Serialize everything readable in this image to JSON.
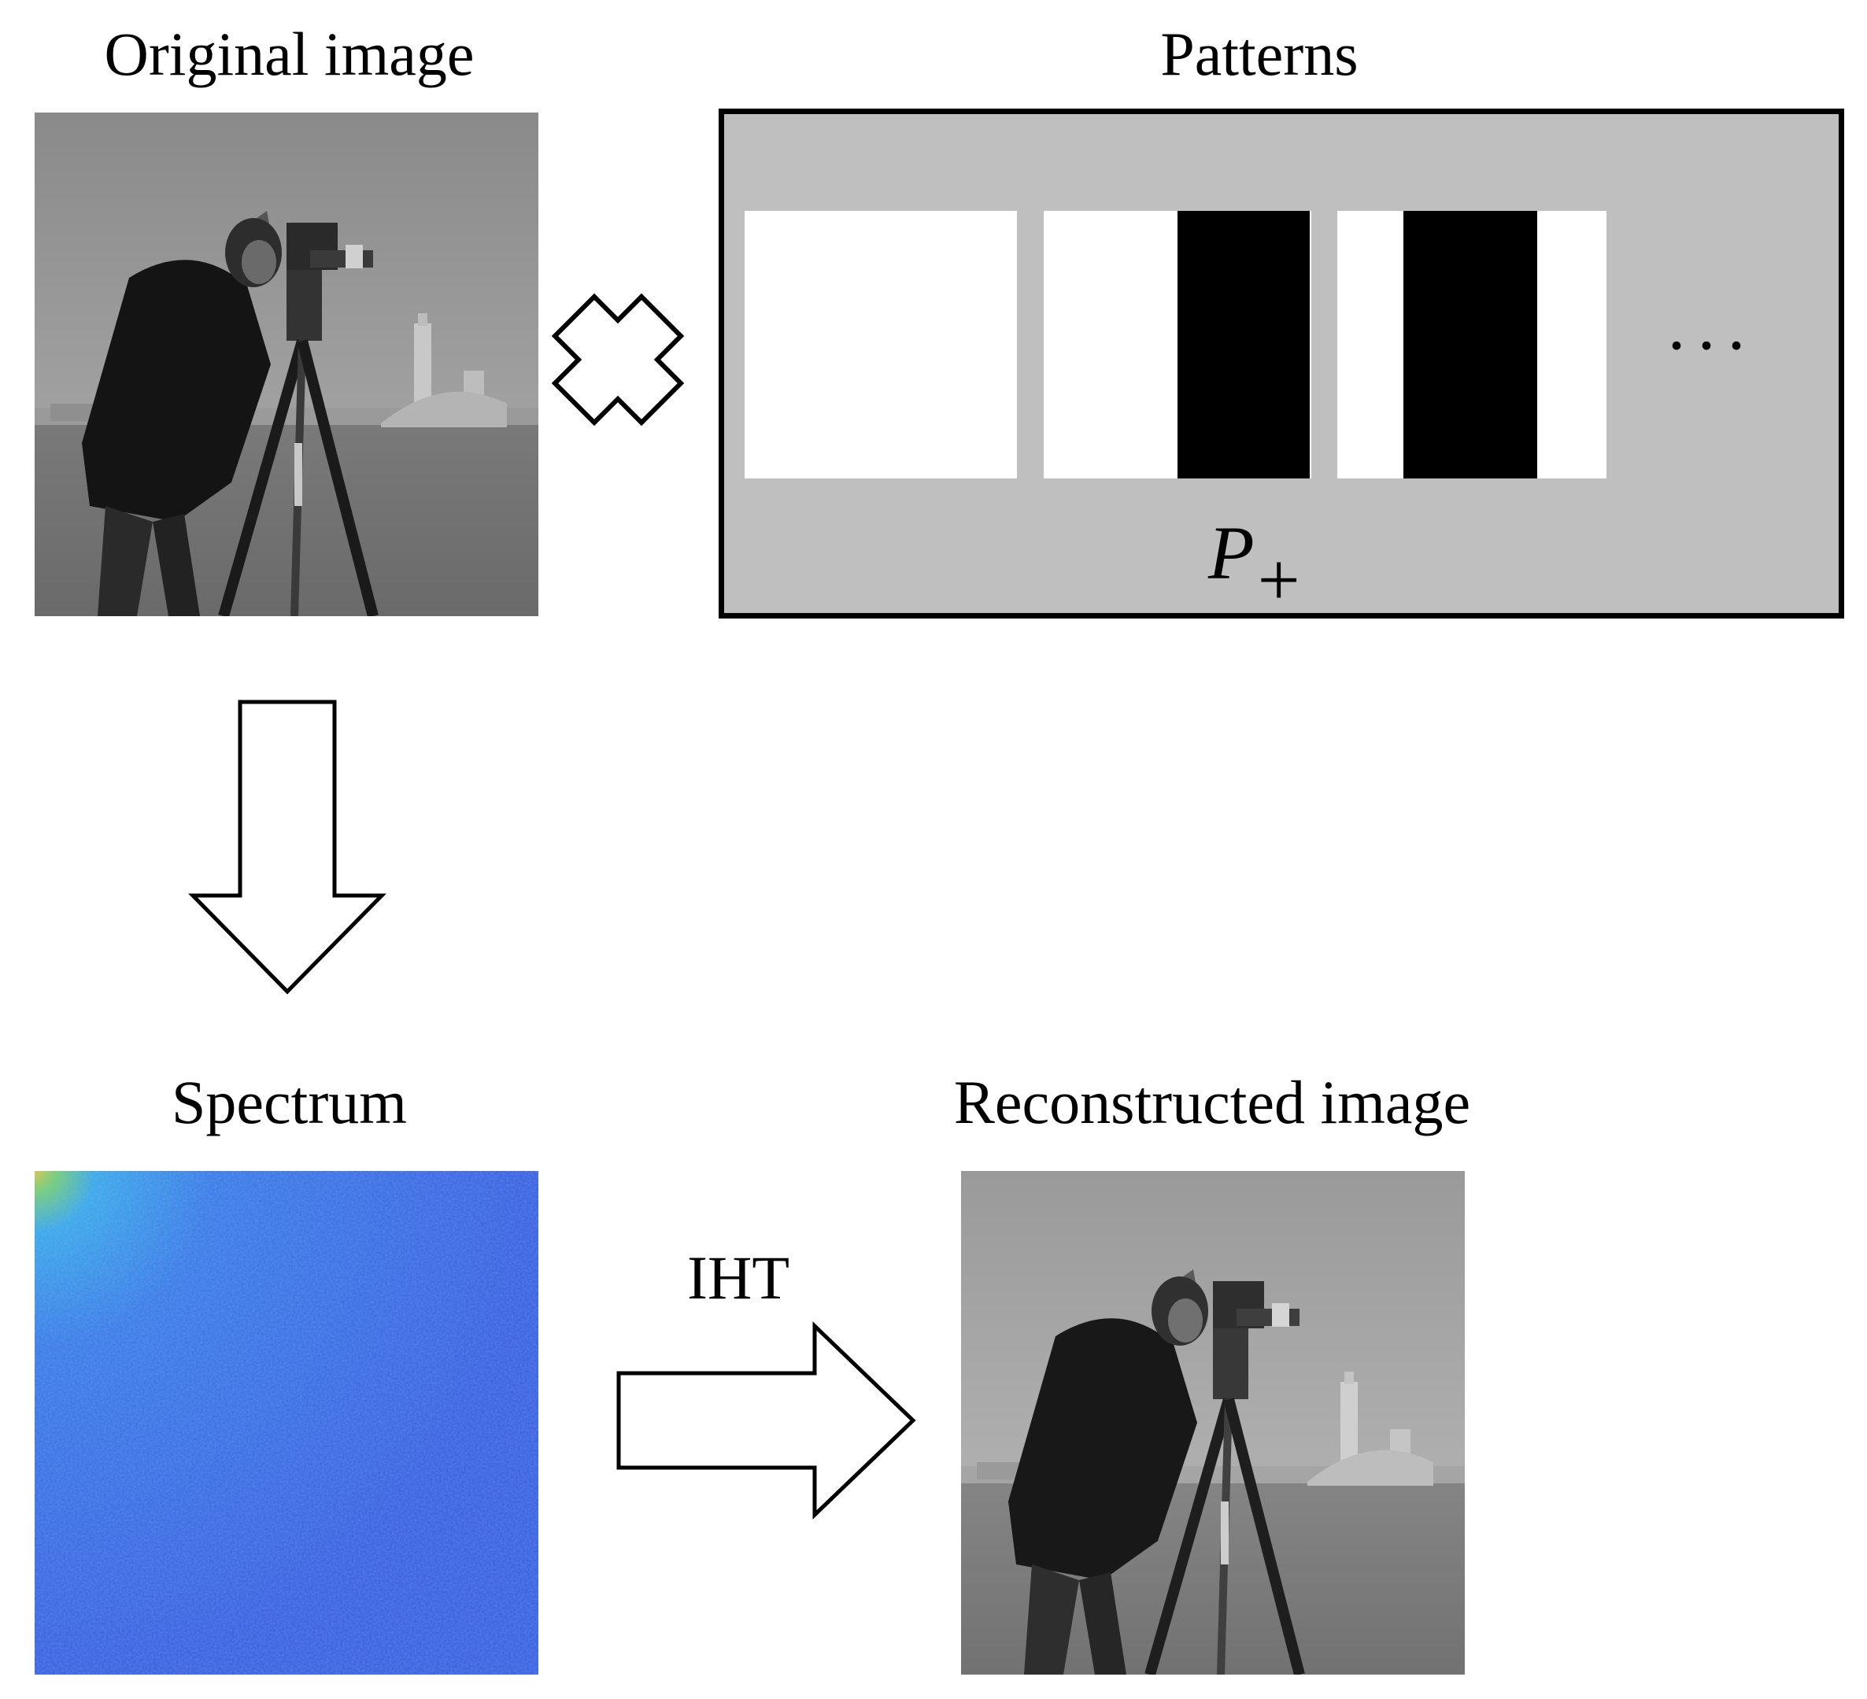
{
  "labels": {
    "original": "Original image",
    "patterns": "Patterns",
    "pattern_symbol": "P",
    "pattern_subscript": "+",
    "ellipsis": "···",
    "spectrum": "Spectrum",
    "operation": "IHT",
    "reconstructed": "Reconstructed image"
  },
  "icons": {
    "multiply": "multiply-icon",
    "down_arrow": "arrow-down-icon",
    "right_arrow": "arrow-right-icon"
  },
  "colors": {
    "pattern_panel": "#bfbfbf",
    "spectrum_base": "#3a5ce0",
    "spectrum_corner": "#e0c83a"
  }
}
